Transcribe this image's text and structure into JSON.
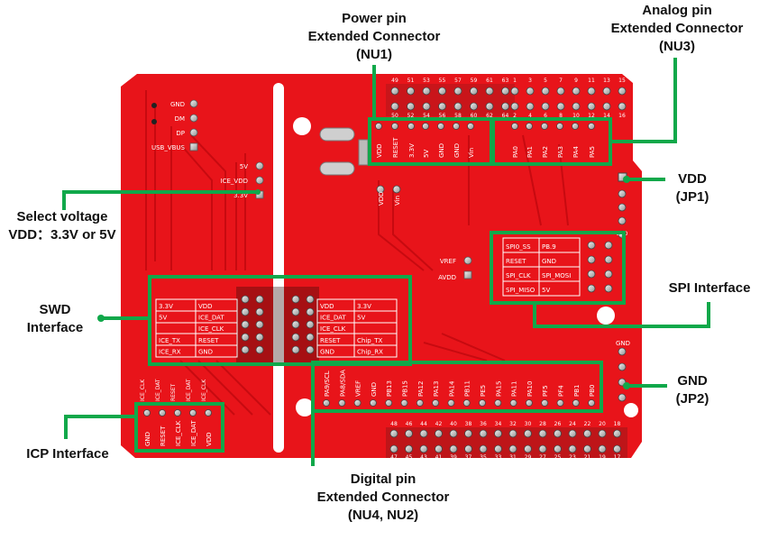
{
  "colors": {
    "board": "#e8141a",
    "board_dark": "#c9090f",
    "highlight": "#10a84a",
    "silk": "#ffffff",
    "pad": "#d9d9d9",
    "header_black": "#1b1b1b"
  },
  "callouts": {
    "power": {
      "line1": "Power pin",
      "line2": "Extended Connector",
      "line3": "(NU1)"
    },
    "analog": {
      "line1": "Analog pin",
      "line2": "Extended Connector",
      "line3": "(NU3)"
    },
    "vdd": {
      "line1": "VDD",
      "line2": "(JP1)"
    },
    "select_voltage": {
      "line1": "Select voltage",
      "line2": "VDD：3.3V or 5V"
    },
    "swd": {
      "line1": "SWD",
      "line2": "Interface"
    },
    "spi": {
      "line1": "SPI Interface"
    },
    "gnd": {
      "line1": "GND",
      "line2": "(JP2)"
    },
    "icp": {
      "line1": "ICP Interface"
    },
    "digital": {
      "line1": "Digital pin",
      "line2": "Extended Connector",
      "line3": "(NU4, NU2)"
    }
  },
  "silkscreen": {
    "usb": [
      "GND",
      "DM",
      "DP",
      "USB_VBUS"
    ],
    "voltage": [
      "5V",
      "ICE_VDD",
      "3.3V"
    ],
    "power_pins": [
      "VDD",
      "RESET",
      "3.3V",
      "5V",
      "GND",
      "GND",
      "Vin"
    ],
    "power_lower": [
      "VDD",
      "Vin"
    ],
    "top_numbers_upper": [
      "49",
      "51",
      "53",
      "55",
      "57",
      "59",
      "61",
      "63",
      "1",
      "3",
      "5",
      "7",
      "9",
      "11",
      "13",
      "15"
    ],
    "top_numbers_lower": [
      "50",
      "52",
      "54",
      "56",
      "58",
      "60",
      "62",
      "64",
      "2",
      "4",
      "6",
      "8",
      "10",
      "12",
      "14",
      "16"
    ],
    "analog_pins": [
      "PA0",
      "PA1",
      "PA2",
      "PA3",
      "PA4",
      "PA5"
    ],
    "vref": [
      "VREF",
      "AVDD"
    ],
    "spi_table": [
      [
        "SPI0_SS",
        "PB.9"
      ],
      [
        "RESET",
        "GND"
      ],
      [
        "SPI_CLK",
        "SPI_MOSI"
      ],
      [
        "SPI_MISO",
        "5V"
      ]
    ],
    "swd_left": [
      [
        "3.3V",
        "VDD"
      ],
      [
        "5V",
        "ICE_DAT"
      ],
      [
        "",
        "ICE_CLK"
      ],
      [
        "ICE_TX",
        "RESET"
      ],
      [
        "ICE_RX",
        "GND"
      ]
    ],
    "swd_right": [
      [
        "VDD",
        "3.3V"
      ],
      [
        "ICE_DAT",
        "5V"
      ],
      [
        "ICE_CLK",
        ""
      ],
      [
        "RESET",
        "Chip_TX"
      ],
      [
        "GND",
        "Chip_RX"
      ]
    ],
    "digital_pins": [
      "PA9/SCL",
      "PA8/SDA",
      "VREF",
      "GND",
      "PB13",
      "PB15",
      "PA12",
      "PA13",
      "PA14",
      "PB11",
      "PE5",
      "PA15",
      "PA11",
      "PA10",
      "PF5",
      "PF4",
      "PB1",
      "PB0"
    ],
    "icp_top": [
      "ICE_CLK",
      "ICE_DAT",
      "RESET",
      "ICE_DAT",
      "ICE_CLK"
    ],
    "icp_pins": [
      "GND",
      "RESET",
      "ICE_CLK",
      "ICE_DAT",
      "VDD"
    ],
    "bottom_numbers_upper": [
      "48",
      "46",
      "44",
      "42",
      "40",
      "38",
      "36",
      "34",
      "32",
      "30",
      "28",
      "26",
      "24",
      "22",
      "20",
      "18"
    ],
    "bottom_numbers_lower": [
      "47",
      "45",
      "43",
      "41",
      "39",
      "37",
      "35",
      "33",
      "31",
      "29",
      "27",
      "25",
      "23",
      "21",
      "19",
      "17"
    ],
    "right_top": "VDD",
    "right_gnd": "GND"
  }
}
